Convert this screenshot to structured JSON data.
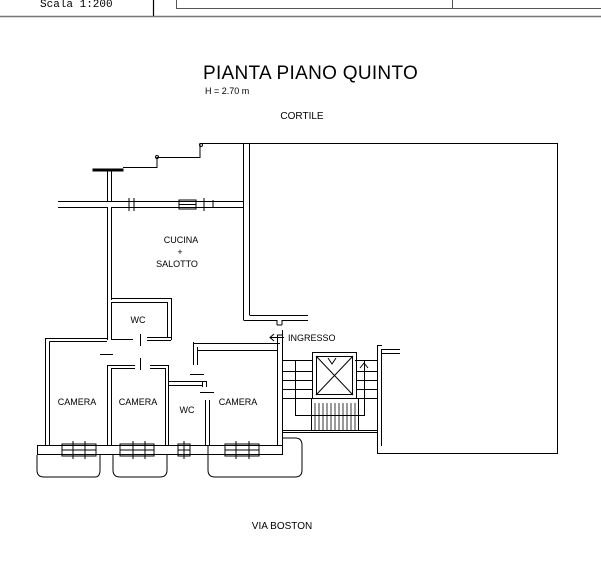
{
  "header": {
    "scale": "Scala 1:200"
  },
  "plan": {
    "title": "PIANTA PIANO QUINTO",
    "height_note": "H = 2.70 m",
    "north_label": "CORTILE",
    "south_label": "VIA BOSTON",
    "rooms": {
      "kitchen_line1": "CUCINA",
      "kitchen_plus": "+",
      "kitchen_line2": "SALOTTO",
      "wc_top": "WC",
      "entrance": "INGRESSO",
      "camera1": "CAMERA",
      "camera2": "CAMERA",
      "wc_bottom": "WC",
      "camera3": "CAMERA"
    }
  }
}
